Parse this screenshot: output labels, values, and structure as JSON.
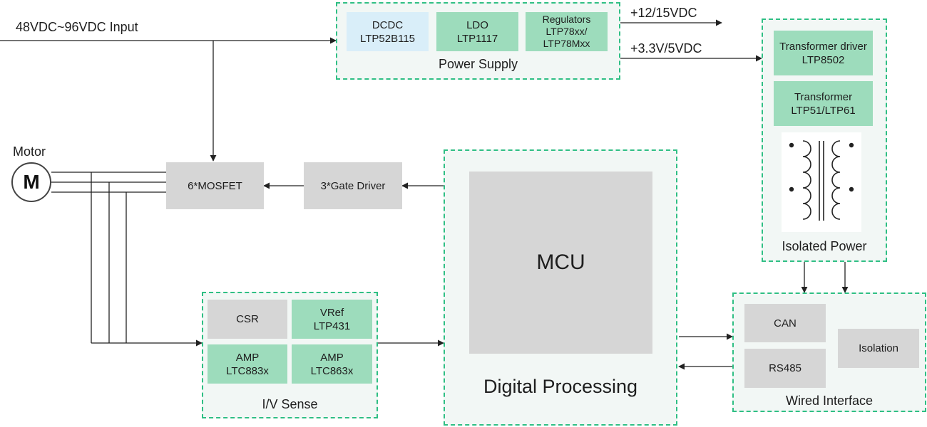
{
  "input_label": "48VDC~96VDC Input",
  "motor": {
    "caption": "Motor",
    "symbol": "M"
  },
  "power_supply": {
    "title": "Power Supply",
    "dcdc": [
      "DCDC",
      "LTP52B115"
    ],
    "ldo": [
      "LDO",
      "LTP1117"
    ],
    "regulators": [
      "Regulators",
      "LTP78xx/",
      "LTP78Mxx"
    ]
  },
  "rails": {
    "high": "+12/15VDC",
    "low": "+3.3V/5VDC"
  },
  "isolated_power": {
    "title": "Isolated Power",
    "driver": [
      "Transformer driver",
      "LTP8502"
    ],
    "transformer": [
      "Transformer",
      "LTP51/LTP61"
    ]
  },
  "mosfet": "6*MOSFET",
  "gate_driver": "3*Gate Driver",
  "digital": {
    "title": "Digital Processing",
    "mcu": "MCU"
  },
  "iv_sense": {
    "title": "I/V Sense",
    "csr": "CSR",
    "vref": [
      "VRef",
      "LTP431"
    ],
    "amp1": [
      "AMP",
      "LTC883x"
    ],
    "amp2": [
      "AMP",
      "LTC863x"
    ]
  },
  "wired": {
    "title": "Wired Interface",
    "can": "CAN",
    "rs485": "RS485",
    "isolation": "Isolation"
  },
  "colors": {
    "group_border": "#2fbf84",
    "group_fill": "#f2f7f5",
    "gray_block": "#d6d6d6",
    "green_block": "#9ddcbc",
    "blue_block": "#d9eef9"
  }
}
